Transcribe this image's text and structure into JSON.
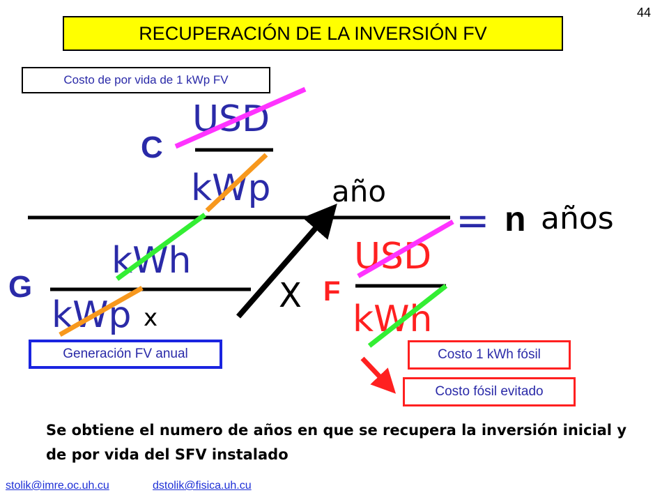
{
  "slide": {
    "page_number": "44",
    "title": "RECUPERACIÓN DE LA INVERSIÓN  FV",
    "labels": {
      "lifetime_cost": "Costo de por vida de 1 kWp FV",
      "annual_generation": "Generación FV anual",
      "fossil_cost": "Costo 1 kWh fósil",
      "avoided_fossil_cost": "Costo fósil evitado"
    },
    "equation": {
      "c_symbol": "C",
      "c_numerator": "USD",
      "c_denominator": "kWp",
      "year_label": "año",
      "equals": "=",
      "n_symbol": "n",
      "years_label": "años",
      "g_symbol": "G",
      "g_numerator": "kWh",
      "g_denominator": "kWp",
      "times_small": "x",
      "times_large": "X",
      "f_symbol": "F",
      "f_numerator": "USD",
      "f_denominator": "kWh"
    },
    "summary": "Se obtiene  el numero de años en que se recupera la inversión inicial y de por vida del SFV instalado",
    "footer": {
      "email_1": "stolik@imre.oc.uh.cu",
      "email_2": "dstolik@fisica.uh.cu"
    },
    "colors": {
      "title_bg": "#ffff00",
      "magenta_cancel": "#ff33ff",
      "orange_cancel": "#f7981d",
      "green_cancel": "#33ee33",
      "label_text": "#2a2aa8",
      "red_accent": "#ff2020",
      "blue_border": "#1a24e0"
    }
  }
}
